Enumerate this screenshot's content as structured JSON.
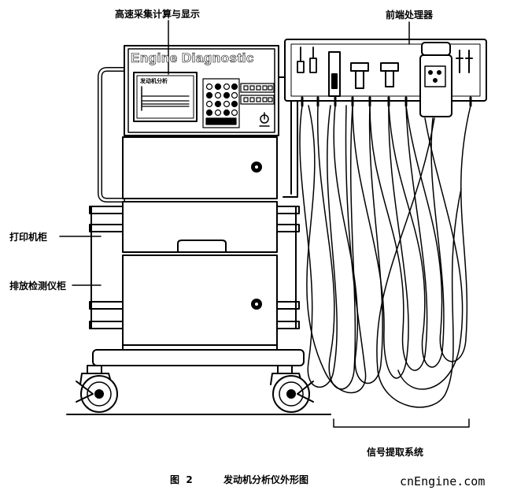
{
  "labels": {
    "display": "高速采集计算与显示",
    "frontend": "前端处理器",
    "printer": "打印机柜",
    "exhaust": "排放检测仪柜",
    "signal": "信号提取系统"
  },
  "screen": {
    "brand": "Engine Diagnostic",
    "title": "发动机分析"
  },
  "caption": {
    "figure": "图  2",
    "title": "发动机分析仪外形图"
  },
  "watermark": "cnEngine.com"
}
